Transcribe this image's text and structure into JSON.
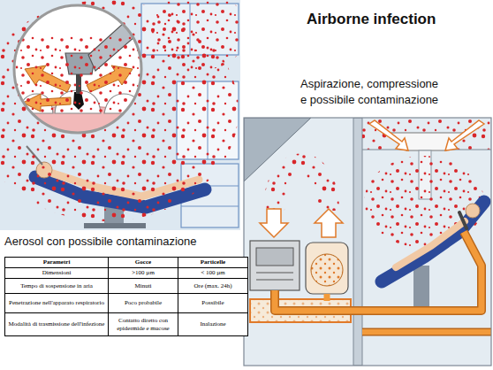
{
  "diagram": {
    "title": "Airborne infection",
    "labels": [
      "Aspirazione, compressione e possibile contaminazione",
      "Aerosol con possibile contaminazione",
      "Parametri",
      "Gocce",
      "Particelle",
      "Dimensioni",
      ">100 µm",
      "< 100 µm",
      "Tempo di sospensione in aria",
      "Minuti",
      "Ore (max. 24h)",
      "Penetrazione nell'apparato respiratorio",
      "Poco probabile",
      "Possibile",
      "Modalità di trasmissione dell'infezione",
      "Contatto diretto con epidermide e mucose",
      "Inalazione"
    ]
  }
}
